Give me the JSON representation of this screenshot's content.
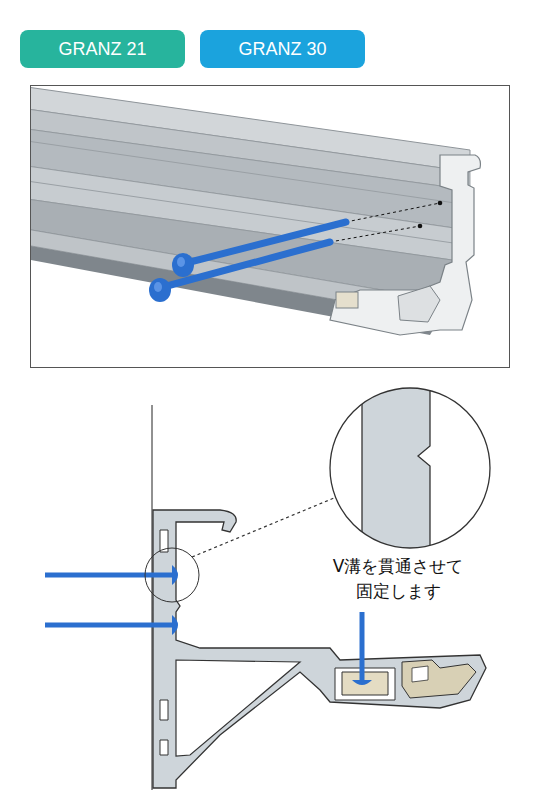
{
  "diagram": {
    "nodes": [
      {
        "text": [
          "GRANZ 21"
        ]
      },
      {
        "text": [
          "GRANZ 30"
        ]
      }
    ],
    "labels": [
      "V溝を貫通させて 固定します"
    ]
  }
}
